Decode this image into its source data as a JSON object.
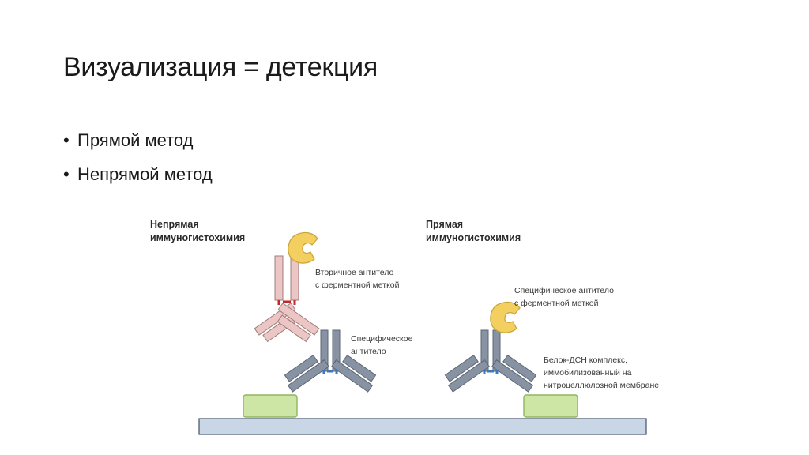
{
  "slide": {
    "title": "Визуализация = детекция",
    "bullets": [
      "Прямой метод",
      "Непрямой метод"
    ]
  },
  "diagram": {
    "indirect_heading": [
      "Непрямая",
      "иммуногистохимия"
    ],
    "direct_heading": [
      "Прямая",
      "иммуногистохимия"
    ],
    "secondary_antibody_label": [
      "Вторичное антитело",
      "с ферментной меткой"
    ],
    "specific_antibody_label": [
      "Специфическое",
      "антитело"
    ],
    "direct_antibody_label": [
      "Специфическое антитело",
      "с ферментной меткой"
    ],
    "complex_label": [
      "Белок-ДСН комплекс,",
      "иммобилизованный на",
      "нитроцеллюлозной мембране"
    ],
    "colors": {
      "secondary_antibody": "#ecc6c4",
      "secondary_hinge": "#c0282b",
      "primary_antibody": "#8792a2",
      "primary_hinge": "#3b78c4",
      "enzyme": "#f3cf60",
      "antigen": "#cde6a6",
      "membrane": "#c9d6e6"
    }
  }
}
